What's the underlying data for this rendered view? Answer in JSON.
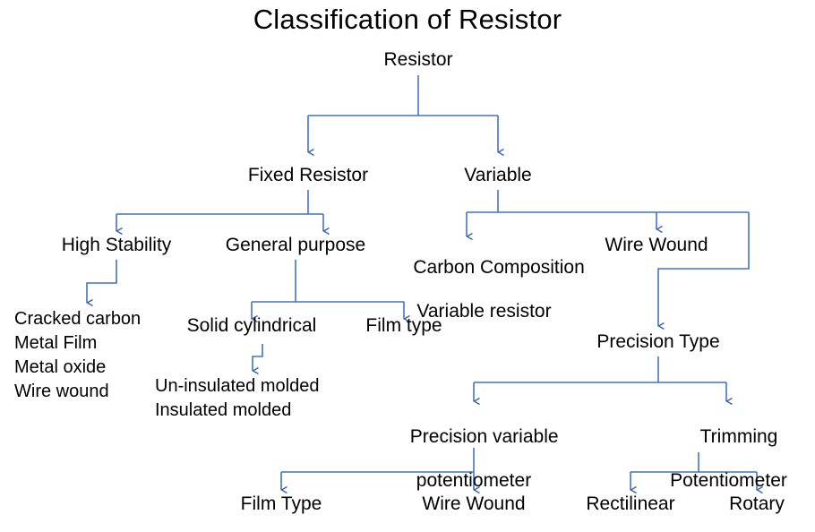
{
  "page": {
    "title": "Classification of Resistor",
    "background_color": "#ffffff",
    "text_color": "#000000",
    "connector_color": "#4472C4",
    "connector_color_light": "#7BA2DA"
  },
  "diagram": {
    "type": "tree",
    "root": "Resistor",
    "nodes": {
      "title": "Classification of Resistor",
      "resistor": "Resistor",
      "fixed_resistor": "Fixed Resistor",
      "variable": "Variable",
      "high_stability": "High Stability",
      "general_purpose": "General purpose",
      "carbon_composition_line1": "Carbon Composition",
      "carbon_composition_line2": "Variable resistor",
      "wire_wound_top": "Wire Wound",
      "solid_cylindrical": "Solid cylindrical",
      "film_type_mid": "Film type",
      "precision_type": "Precision Type",
      "precision_variable_line1": "Precision variable",
      "precision_variable_line2": "potentiometer",
      "trimming_line1": "Trimming",
      "trimming_line2": "Potentiometer",
      "film_type_bottom": "Film Type",
      "wire_wound_bottom": "Wire Wound",
      "rectilinear": "Rectilinear",
      "rotary": "Rotary"
    },
    "high_stability_children": [
      "Cracked carbon",
      "Metal Film",
      "Metal oxide",
      "Wire wound"
    ],
    "solid_cylindrical_children": [
      "Un-insulated molded",
      "Insulated molded"
    ],
    "edges": [
      {
        "from": "Resistor",
        "to": "Fixed Resistor"
      },
      {
        "from": "Resistor",
        "to": "Variable"
      },
      {
        "from": "Fixed Resistor",
        "to": "High Stability"
      },
      {
        "from": "Fixed Resistor",
        "to": "General purpose"
      },
      {
        "from": "Variable",
        "to": "Carbon Composition Variable resistor"
      },
      {
        "from": "Variable",
        "to": "Wire Wound"
      },
      {
        "from": "Variable",
        "to": "Precision Type"
      },
      {
        "from": "High Stability",
        "to": "Cracked carbon / Metal Film / Metal oxide / Wire wound"
      },
      {
        "from": "General purpose",
        "to": "Solid cylindrical"
      },
      {
        "from": "General purpose",
        "to": "Film type"
      },
      {
        "from": "Solid cylindrical",
        "to": "Un-insulated molded / Insulated molded"
      },
      {
        "from": "Precision Type",
        "to": "Precision variable potentiometer"
      },
      {
        "from": "Precision Type",
        "to": "Trimming Potentiometer"
      },
      {
        "from": "Precision variable potentiometer",
        "to": "Film Type"
      },
      {
        "from": "Precision variable potentiometer",
        "to": "Wire Wound"
      },
      {
        "from": "Trimming Potentiometer",
        "to": "Rectilinear"
      },
      {
        "from": "Trimming Potentiometer",
        "to": "Rotary"
      }
    ]
  }
}
